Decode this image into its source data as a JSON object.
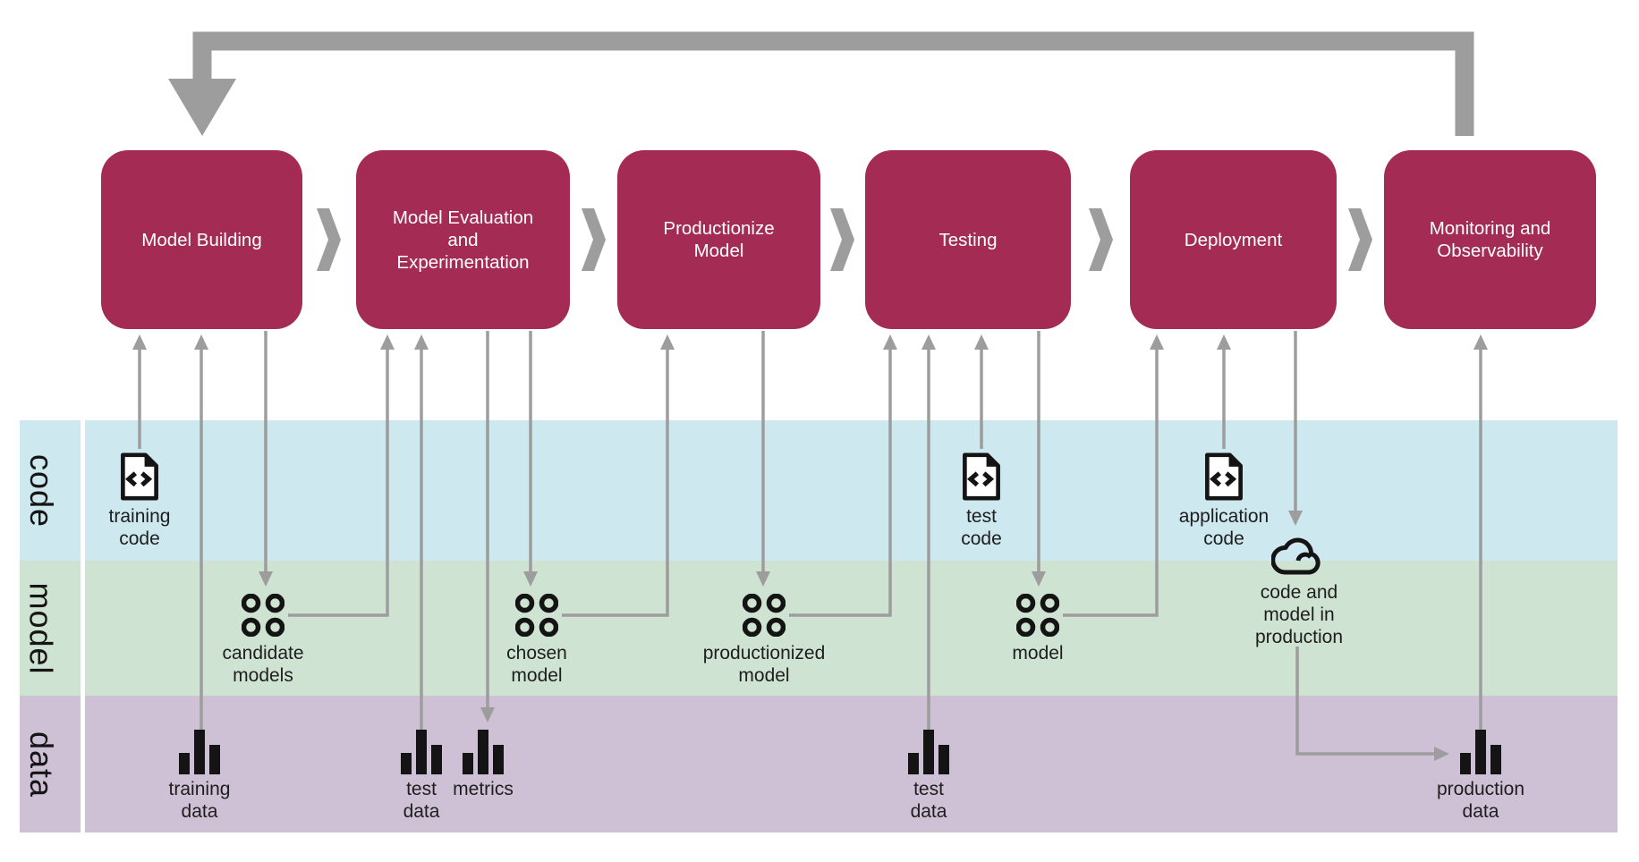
{
  "stages": [
    {
      "label": "Model Building"
    },
    {
      "label": "Model Evaluation\nand\nExperimentation"
    },
    {
      "label": "Productionize\nModel"
    },
    {
      "label": "Testing"
    },
    {
      "label": "Deployment"
    },
    {
      "label": "Monitoring and\nObservability"
    }
  ],
  "bands": [
    {
      "label": "code"
    },
    {
      "label": "model"
    },
    {
      "label": "data"
    }
  ],
  "artifacts": {
    "training_code": "training\ncode",
    "test_code": "test\ncode",
    "application_code": "application\ncode",
    "candidate_models": "candidate\nmodels",
    "chosen_model": "chosen\nmodel",
    "productionized_model": "productionized\nmodel",
    "model": "model",
    "cloud_caption": "code and\nmodel  in\nproduction",
    "training_data": "training\ndata",
    "test_data": "test\ndata",
    "metrics": "metrics",
    "test_data_2": "test\ndata",
    "production_data": "production\ndata"
  },
  "colors": {
    "box": "#a42b54",
    "arrow": "#9d9d9d",
    "icon": "#141414",
    "band_code": "#cde8ee",
    "band_model": "#cee3d1",
    "band_data": "#cec1d6",
    "caption": "#1e1e1e",
    "stage_text": "#ffffff"
  }
}
